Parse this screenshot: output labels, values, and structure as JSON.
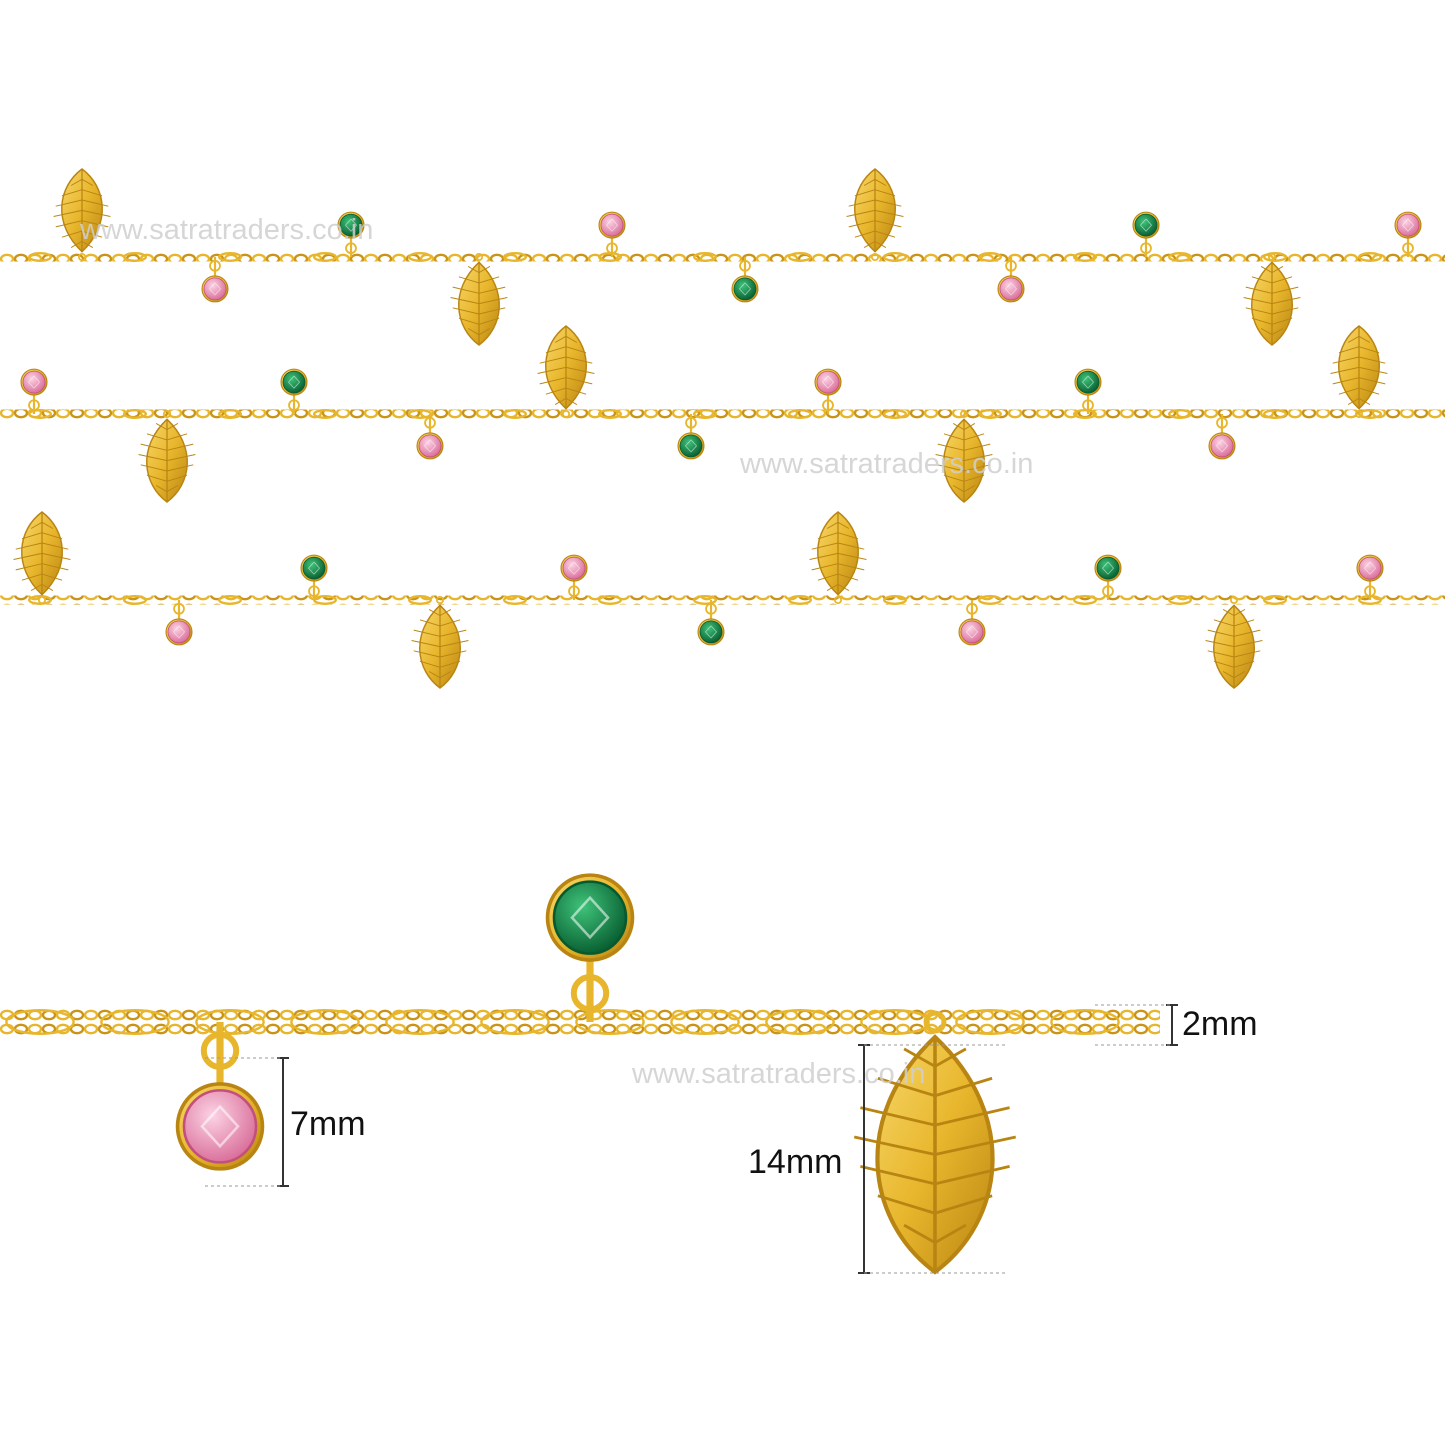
{
  "watermark": {
    "text": "www.satratraders.co.in"
  },
  "measurements": {
    "chain_width": "2mm",
    "stone_drop_height": "7mm",
    "leaf_charm_height": "14mm"
  },
  "colors": {
    "gold": "#E8B62C",
    "gold_dark": "#B98512",
    "gold_light": "#F7D76A",
    "emerald": "#0E8A4A",
    "emerald_dark": "#065A2E",
    "rose": "#F08BB4",
    "rose_dark": "#C2507F",
    "dimension_line": "#333333"
  },
  "icons": {
    "leaf": "leaf-charm-icon",
    "green_stone": "emerald-drop-icon",
    "pink_stone": "pink-drop-icon"
  }
}
